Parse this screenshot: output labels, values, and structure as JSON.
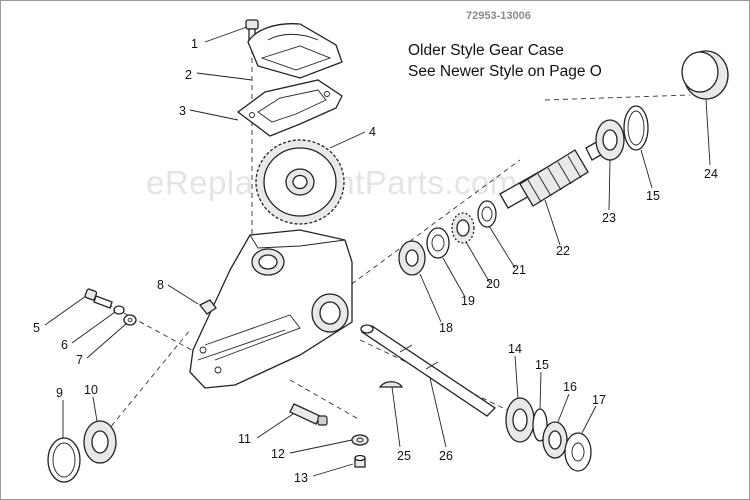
{
  "diagram": {
    "code": "72953-13006",
    "note_line1": "Older Style Gear Case",
    "note_line2": "See Newer Style on Page O",
    "watermark": "eReplacementParts.com",
    "callouts": [
      {
        "label": "1",
        "part": "screw"
      },
      {
        "label": "2",
        "part": "cover"
      },
      {
        "label": "3",
        "part": "gasket"
      },
      {
        "label": "4",
        "part": "gear"
      },
      {
        "label": "5",
        "part": "bolt"
      },
      {
        "label": "6",
        "part": "lock-washer"
      },
      {
        "label": "7",
        "part": "washer"
      },
      {
        "label": "8",
        "part": "key"
      },
      {
        "label": "9",
        "part": "snap-ring"
      },
      {
        "label": "10",
        "part": "bearing"
      },
      {
        "label": "11",
        "part": "screw"
      },
      {
        "label": "12",
        "part": "washer"
      },
      {
        "label": "13",
        "part": "plug"
      },
      {
        "label": "14",
        "part": "bearing"
      },
      {
        "label": "15",
        "part": "snap-ring"
      },
      {
        "label": "16",
        "part": "seal"
      },
      {
        "label": "17",
        "part": "washer"
      },
      {
        "label": "18",
        "part": "bearing"
      },
      {
        "label": "19",
        "part": "washer"
      },
      {
        "label": "20",
        "part": "thrust-bearing"
      },
      {
        "label": "21",
        "part": "washer"
      },
      {
        "label": "22",
        "part": "worm-shaft"
      },
      {
        "label": "23",
        "part": "bearing"
      },
      {
        "label": "24",
        "part": "cap"
      },
      {
        "label": "25",
        "part": "woodruff-key"
      },
      {
        "label": "26",
        "part": "shaft"
      }
    ]
  }
}
